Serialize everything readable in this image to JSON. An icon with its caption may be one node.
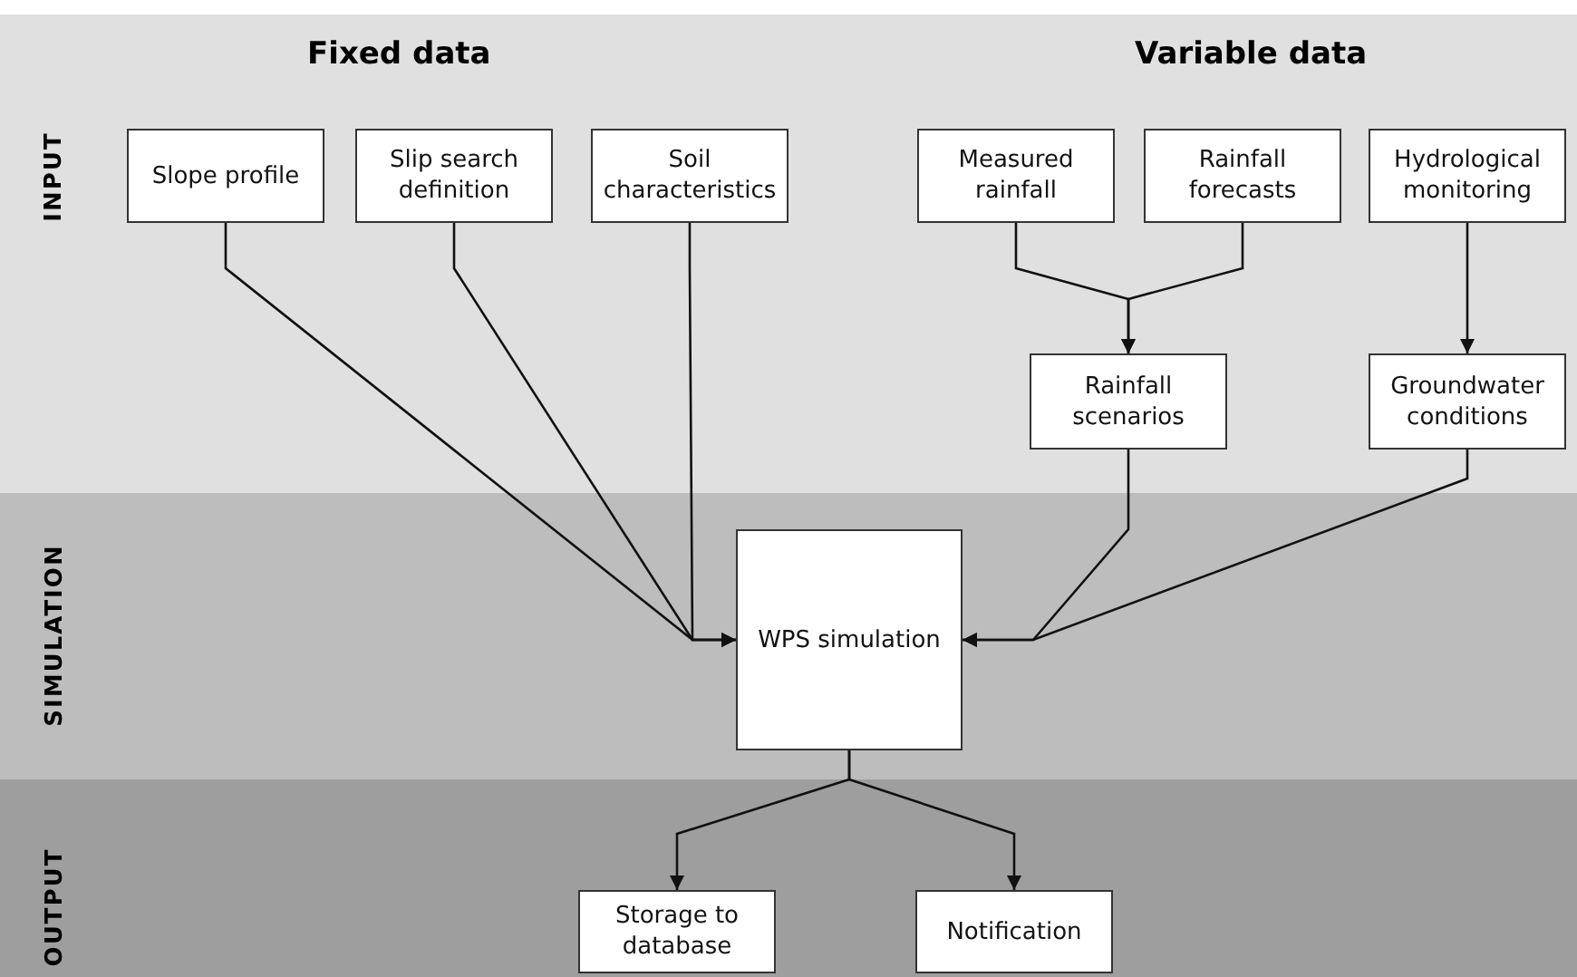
{
  "diagram": {
    "nodes": [
      {
        "text": [
          "INPUT"
        ]
      },
      {
        "text": [
          "SIMULATION"
        ]
      },
      {
        "text": [
          "OUTPUT"
        ]
      },
      {
        "text": [
          "Slope profile"
        ],
        "in": 0
      },
      {
        "text": [
          "Slip search definition"
        ],
        "in": 0
      },
      {
        "text": [
          "Soil characteristics"
        ],
        "in": 0
      },
      {
        "text": [
          "Measured rainfall"
        ],
        "in": 0
      },
      {
        "text": [
          "Rainfall forecasts"
        ],
        "in": 0
      },
      {
        "text": [
          "Hydrological monitoring"
        ],
        "in": 0
      },
      {
        "text": [
          "Rainfall scenarios"
        ],
        "in": 0
      },
      {
        "text": [
          "Groundwater conditions"
        ],
        "in": 0
      },
      {
        "text": [
          "WPS simulation"
        ],
        "in": 1
      },
      {
        "text": [
          "Storage to database"
        ],
        "in": 2
      },
      {
        "text": [
          "Notification"
        ],
        "in": 2
      }
    ],
    "edges": [
      {
        "from": 3,
        "to": 11,
        "arrow": "to"
      },
      {
        "from": 4,
        "to": 11,
        "arrow": "to"
      },
      {
        "from": 5,
        "to": 11,
        "arrow": "to"
      },
      {
        "from": 6,
        "to": 9,
        "arrow": "to"
      },
      {
        "from": 7,
        "to": 9,
        "arrow": "to"
      },
      {
        "from": 8,
        "to": 10,
        "arrow": "to"
      },
      {
        "from": 9,
        "to": 11,
        "arrow": "to"
      },
      {
        "from": 10,
        "to": 11,
        "arrow": "to"
      },
      {
        "from": 11,
        "to": 12,
        "arrow": "to"
      },
      {
        "from": 11,
        "to": 13,
        "arrow": "to"
      }
    ],
    "labels": [
      "Fixed data",
      "Variable data"
    ]
  }
}
